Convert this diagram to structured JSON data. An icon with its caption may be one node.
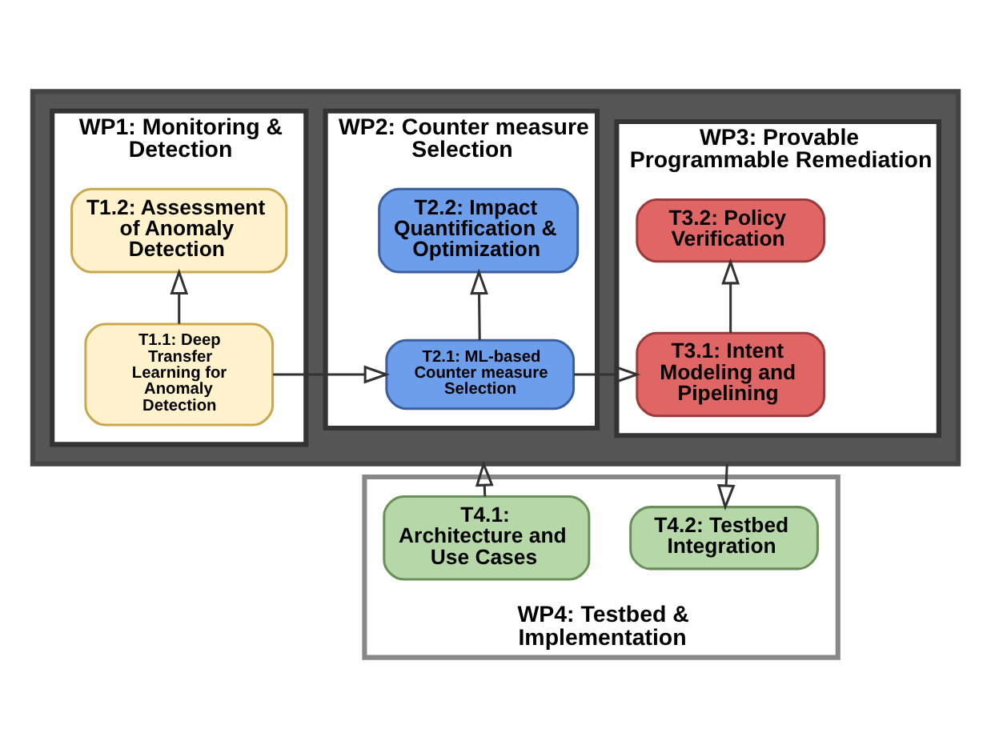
{
  "diagram": {
    "nodes": [
      {
        "text": [],
        "shape": "box"
      },
      {
        "text": [
          "WP1: Monitoring & Detection"
        ],
        "in": 0
      },
      {
        "text": [
          "T1.2: Assessment of Anomaly Detection"
        ],
        "in": 1
      },
      {
        "text": [
          "T1.1: Deep Transfer Learning for Anomaly Detection"
        ],
        "in": 1
      },
      {
        "text": [
          "WP2: Counter measure Selection"
        ],
        "in": 0
      },
      {
        "text": [
          "T2.2: Impact Quantification & Optimization"
        ],
        "in": 4
      },
      {
        "text": [
          "T2.1: ML-based Counter measure Selection"
        ],
        "in": 4
      },
      {
        "text": [
          "WP3: Provable Programmable Remediation"
        ],
        "in": 0
      },
      {
        "text": [
          "T3.2: Policy Verification"
        ],
        "in": 7
      },
      {
        "text": [
          "T3.1: Intent Modeling and Pipelining"
        ],
        "in": 7
      },
      {
        "text": [
          "WP4: Testbed & Implementation"
        ]
      },
      {
        "text": [
          "T4.1: Architecture and Use Cases"
        ],
        "in": 10
      },
      {
        "text": [
          "T4.2: Testbed Integration"
        ],
        "in": 10
      }
    ],
    "edges": [
      {
        "from": 3,
        "to": 2,
        "arrow": "to"
      },
      {
        "from": 3,
        "to": 6,
        "arrow": "to"
      },
      {
        "from": 6,
        "to": 5,
        "arrow": "to"
      },
      {
        "from": 6,
        "to": 9,
        "arrow": "to"
      },
      {
        "from": 9,
        "to": 8,
        "arrow": "to"
      },
      {
        "from": 11,
        "to": 0,
        "arrow": "to"
      },
      {
        "from": 0,
        "to": 12,
        "arrow": "to"
      }
    ]
  }
}
